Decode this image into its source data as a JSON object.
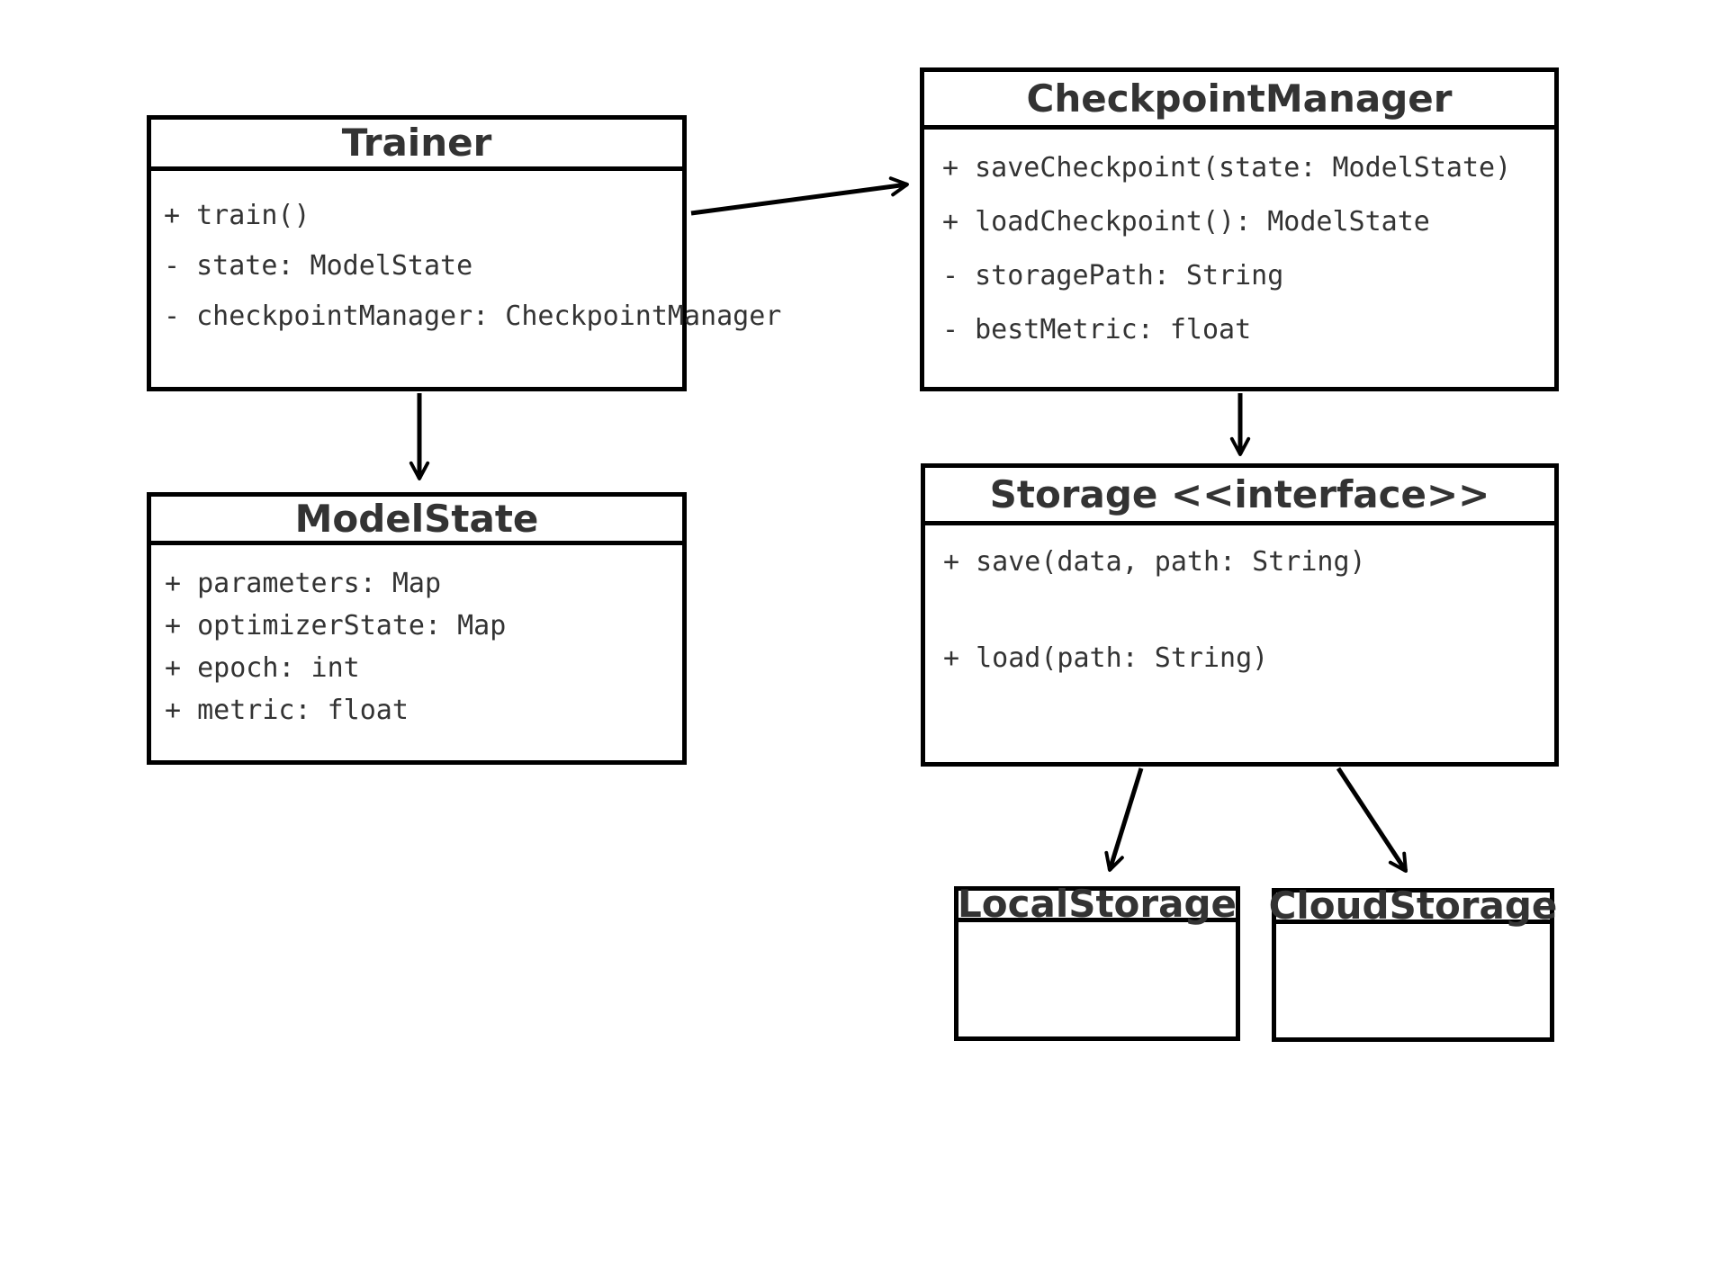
{
  "diagram": {
    "type": "uml-class-diagram",
    "background_color": "#ffffff",
    "line_color": "#000000",
    "text_color": "#333333"
  },
  "classes": [
    {
      "name": "Trainer",
      "title": "Trainer",
      "members": [
        "+ train()",
        "- state: ModelState",
        "- checkpointManager: CheckpointManager"
      ]
    },
    {
      "name": "CheckpointManager",
      "title": "CheckpointManager",
      "members": [
        "+ saveCheckpoint(state: ModelState)",
        "+ loadCheckpoint(): ModelState",
        "- storagePath: String",
        "- bestMetric: float"
      ]
    },
    {
      "name": "ModelState",
      "title": "ModelState",
      "members": [
        "+ parameters: Map",
        "+ optimizerState: Map",
        "+ epoch: int",
        "+ metric: float"
      ]
    },
    {
      "name": "Storage",
      "title": "Storage <<interface>>",
      "members": [
        "+ save(data, path: String)",
        "+ load(path: String)"
      ]
    },
    {
      "name": "LocalStorage",
      "title": "LocalStorage",
      "members": []
    },
    {
      "name": "CloudStorage",
      "title": "CloudStorage",
      "members": []
    }
  ],
  "relationships": [
    {
      "from": "Trainer",
      "to": "CheckpointManager"
    },
    {
      "from": "Trainer",
      "to": "ModelState"
    },
    {
      "from": "CheckpointManager",
      "to": "Storage"
    },
    {
      "from": "Storage",
      "to": "LocalStorage"
    },
    {
      "from": "Storage",
      "to": "CloudStorage"
    }
  ]
}
